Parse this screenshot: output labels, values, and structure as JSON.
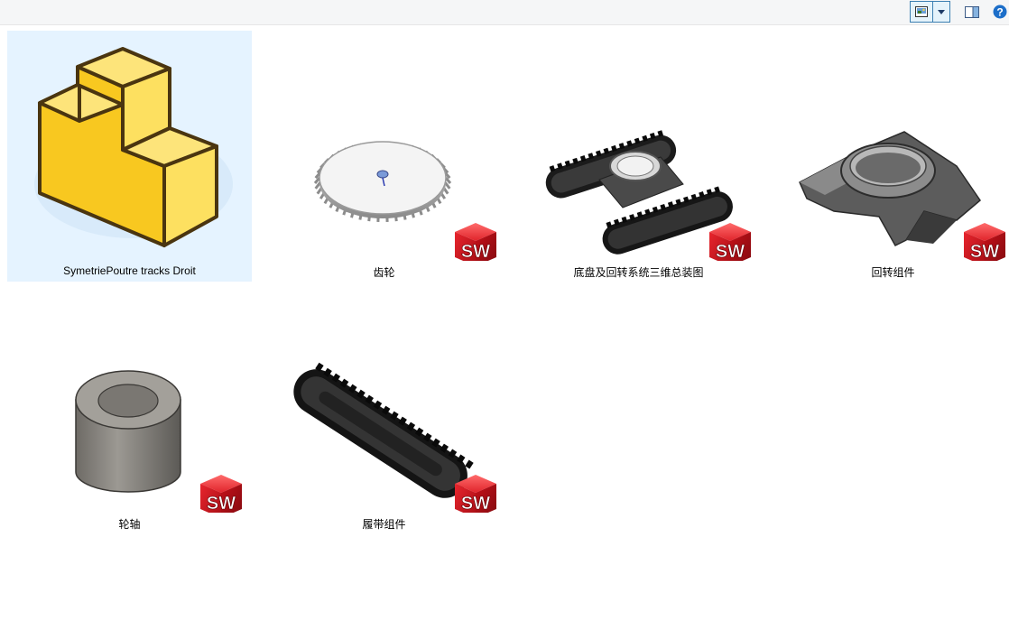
{
  "toolbar": {
    "view_icon": "large-icons-view-icon",
    "view_dropdown_icon": "chevron-down-icon",
    "preview_pane_icon": "preview-pane-icon",
    "help_icon": "help-icon",
    "help_glyph": "?"
  },
  "files": [
    {
      "name": "SymetriePoutre tracks Droit",
      "thumbnail": "generic-3d-part-icon",
      "selected": true
    },
    {
      "name": "齿轮",
      "thumbnail": "gear-model",
      "badge": "solidworks-badge-icon"
    },
    {
      "name": "底盘及回转系统三维总装图",
      "thumbnail": "chassis-assembly-model",
      "badge": "solidworks-badge-icon"
    },
    {
      "name": "回转组件",
      "thumbnail": "slewing-assembly-model",
      "badge": "solidworks-badge-icon"
    },
    {
      "name": "轮轴",
      "thumbnail": "axle-bushing-model",
      "badge": "solidworks-badge-icon"
    },
    {
      "name": "履带组件",
      "thumbnail": "track-assembly-model",
      "badge": "solidworks-badge-icon"
    }
  ],
  "badge_text": "SW",
  "colors": {
    "selection": "#e5f3ff",
    "toolbar_bg": "#f5f6f7",
    "accent": "#3c7fb1",
    "sw_red": "#d0121b",
    "part_yellow": "#f8d027"
  }
}
